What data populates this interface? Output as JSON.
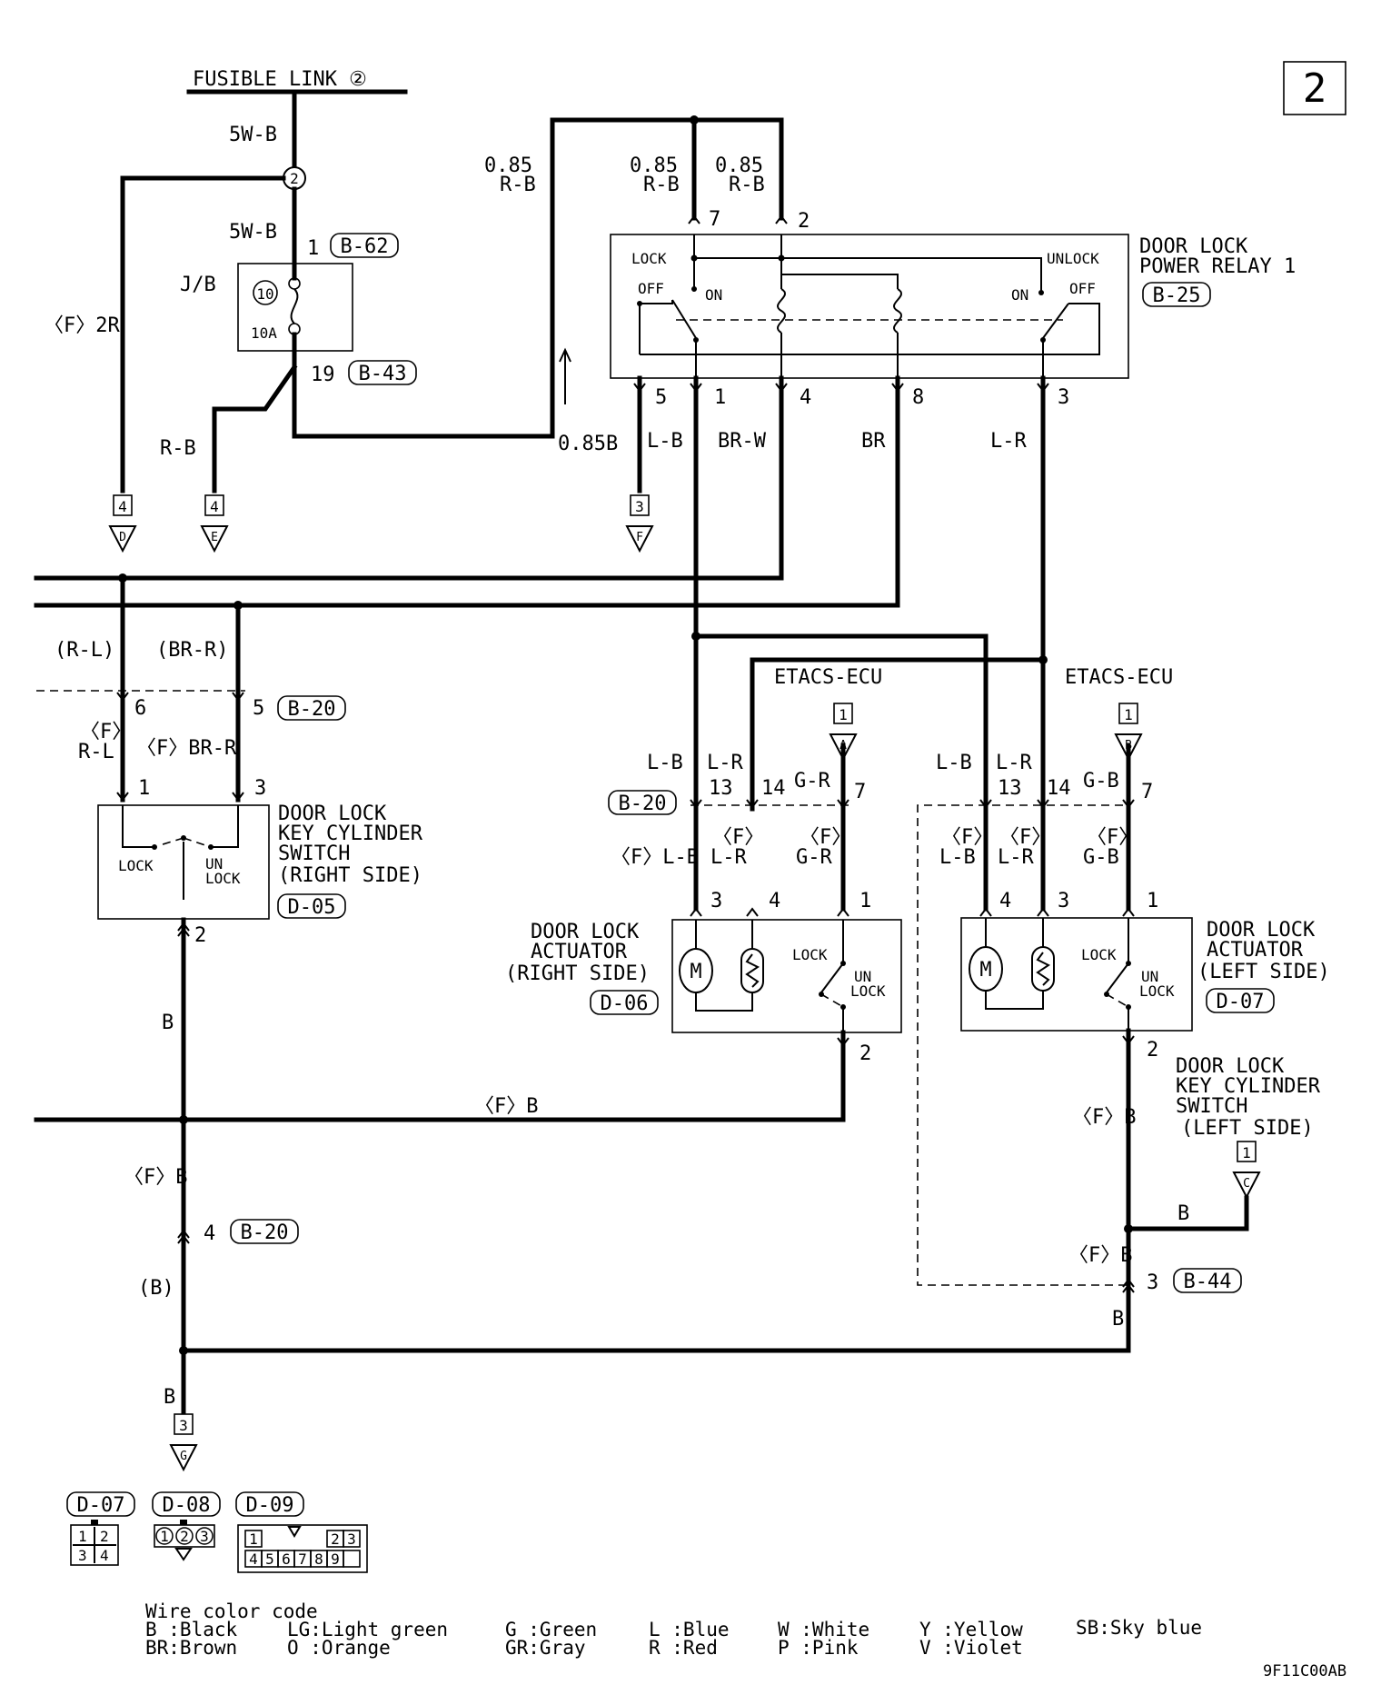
{
  "page_number": "2",
  "fusible_link_label": "FUSIBLE LINK ②",
  "fusible_link_num": "2",
  "jb": {
    "label": "J/B",
    "fuse_num": "10",
    "fuse_rating": "10A"
  },
  "wires": {
    "w5wb_top": "5W-B",
    "w5wb_bottom": "5W-B",
    "f2r": "〈F〉2R",
    "rb": "R-B",
    "b085b": "0.85B",
    "rb085_left": [
      "0.85",
      "R-B"
    ],
    "rb085_mid": [
      "0.85",
      "R-B"
    ],
    "rb085_right": [
      "0.85",
      "R-B"
    ],
    "lb": "L-B",
    "brw": "BR-W",
    "br": "BR",
    "lr": "L-R",
    "rl_paren": "(R-L)",
    "brr_paren": "(BR-R)",
    "f_rl_top": "〈F〉",
    "f_rl_bottom": "R-L",
    "f_brr": "〈F〉BR-R",
    "b_vert": "B",
    "fb_horiz": "〈F〉B",
    "fb_left": "〈F〉B",
    "b_paren": "(B)",
    "b_bottom": "B",
    "fb_right1": "〈F〉B",
    "fb_right2": "〈F〉B",
    "b_right": "B",
    "b_right2": "B",
    "rs_lb": "L-B",
    "rs_lr": "L-R",
    "rs_gr": "G-R",
    "rs_flb": "〈F〉L-B",
    "rs_flr_top": "〈F〉",
    "rs_flr_bottom": "L-R",
    "rs_fgr_top": "〈F〉",
    "rs_fgr_bottom": "G-R",
    "ls_lb": "L-B",
    "ls_lr": "L-R",
    "ls_gb": "G-B",
    "ls_flb_top": "〈F〉",
    "ls_flb_bottom": "L-B",
    "ls_flr_top": "〈F〉",
    "ls_flr_bottom": "L-R",
    "ls_fgb_top": "〈F〉",
    "ls_fgb_bottom": "G-B"
  },
  "pins": {
    "p1": "1",
    "p2_fl": "2",
    "p19": "19",
    "p7": "7",
    "p2": "2",
    "r5": "5",
    "r1": "1",
    "r4": "4",
    "r8": "8",
    "r3": "3",
    "k6": "6",
    "k5": "5",
    "k1": "1",
    "k3": "3",
    "k2": "2",
    "a13": "13",
    "a14": "14",
    "a7": "7",
    "a3": "3",
    "a4": "4",
    "a1": "1",
    "a2": "2",
    "b13": "13",
    "b14": "14",
    "b7": "7",
    "b4": "4",
    "b3": "3",
    "b1": "1",
    "b2": "2",
    "j4": "4",
    "j3": "3"
  },
  "connectors": {
    "b62": "B-62",
    "b43": "B-43",
    "b25": "B-25",
    "b20_a": "B-20",
    "b20_b": "B-20",
    "b20_c": "B-20",
    "d05": "D-05",
    "d06": "D-06",
    "d07": "D-07",
    "b44": "B-44",
    "leg_d07": "D-07",
    "leg_d08": "D-08",
    "leg_d09": "D-09"
  },
  "relay": {
    "title": [
      "DOOR LOCK",
      "POWER RELAY 1"
    ],
    "lock": "LOCK",
    "unlock": "UNLOCK",
    "off": "OFF",
    "on": "ON",
    "on2": "ON",
    "off2": "OFF"
  },
  "key_switch_right": {
    "title": [
      "DOOR LOCK",
      "KEY CYLINDER",
      "SWITCH",
      "(RIGHT SIDE)"
    ],
    "lock": "LOCK",
    "unlock": [
      "UN",
      "LOCK"
    ]
  },
  "key_switch_left": {
    "title": [
      "DOOR LOCK",
      "KEY CYLINDER",
      "SWITCH",
      "(LEFT SIDE)"
    ]
  },
  "actuator_right": {
    "title": [
      "DOOR LOCK",
      "ACTUATOR",
      "(RIGHT SIDE)"
    ],
    "lock": "LOCK",
    "unlock": [
      "UN",
      "LOCK"
    ],
    "motor": "M"
  },
  "actuator_left": {
    "title": [
      "DOOR LOCK",
      "ACTUATOR",
      "(LEFT SIDE)"
    ],
    "lock": "LOCK",
    "unlock": [
      "UN",
      "LOCK"
    ],
    "motor": "M"
  },
  "etacs_a": {
    "label": "ETACS-ECU",
    "page": "1",
    "letter": "A"
  },
  "etacs_b": {
    "label": "ETACS-ECU",
    "page": "1",
    "letter": "B"
  },
  "jumps": {
    "d": {
      "page": "4",
      "letter": "D"
    },
    "e": {
      "page": "4",
      "letter": "E"
    },
    "f": {
      "page": "3",
      "letter": "F"
    },
    "c": {
      "page": "1",
      "letter": "C"
    },
    "g": {
      "page": "3",
      "letter": "G"
    }
  },
  "pin_legend": {
    "d07": [
      "1",
      "2",
      "3",
      "4"
    ],
    "d08": [
      "1",
      "2",
      "3"
    ],
    "d09": [
      "1",
      "2",
      "3",
      "4",
      "5",
      "6",
      "7",
      "8",
      "9"
    ]
  },
  "color_code": {
    "title": "Wire color code",
    "entries": [
      "B :Black",
      "BR:Brown",
      "LG:Light green",
      "O :Orange",
      "G :Green",
      "GR:Gray",
      "L :Blue",
      "R :Red",
      "W :White",
      "P :Pink",
      "Y :Yellow",
      "V :Violet",
      "SB:Sky blue"
    ]
  },
  "figure_id": "9F11C00AB"
}
